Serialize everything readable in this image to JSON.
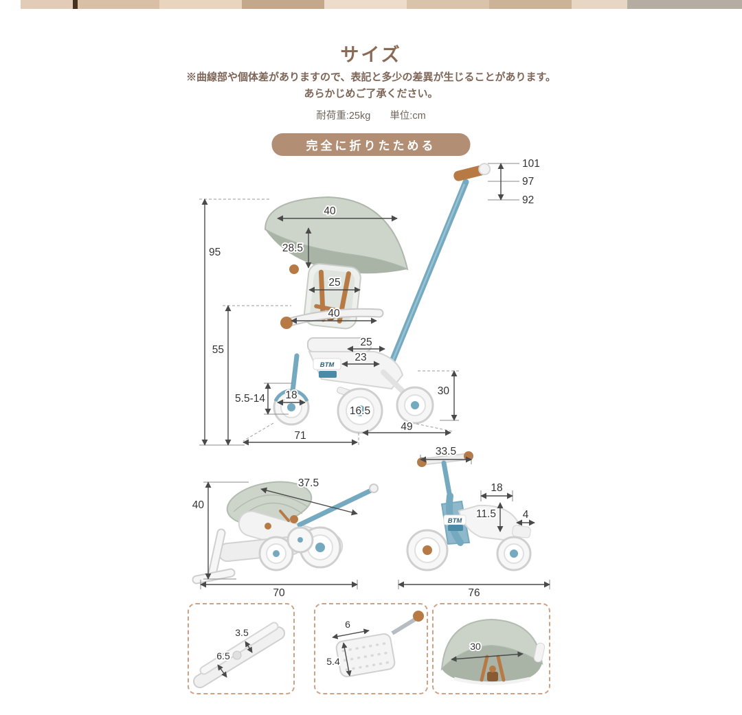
{
  "top_strip": {
    "segments": [
      {
        "w": 30,
        "c": "#ffffff"
      },
      {
        "w": 76,
        "c": "#e2ccb7"
      },
      {
        "w": 7,
        "c": "#46301f"
      },
      {
        "w": 119,
        "c": "#d8bfa6"
      },
      {
        "w": 120,
        "c": "#e9d4be"
      },
      {
        "w": 120,
        "c": "#c3a88c"
      },
      {
        "w": 120,
        "c": "#ecdcc9"
      },
      {
        "w": 120,
        "c": "#d9c3ab"
      },
      {
        "w": 120,
        "c": "#ccb297"
      },
      {
        "w": 81,
        "c": "#e7d6c3"
      },
      {
        "w": 167,
        "c": "#b5aca2"
      }
    ]
  },
  "header": {
    "title": "サイズ",
    "note_line1": "※曲線部や個体差がありますので、表記と多少の差異が生じることがあります。",
    "note_line2": "あらかじめご了承ください。",
    "load_label": "耐荷重:25kg",
    "unit_label": "単位:cm",
    "badge": "完全に折りたためる"
  },
  "colors": {
    "accent_brown": "#8a6a55",
    "badge_bg": "#b28e74",
    "trike_blue": "#74a9c0",
    "canopy_gray": "#cdd4ca",
    "strap_brown": "#b77a45"
  },
  "main": {
    "logo": "BTM",
    "push_heights": [
      "101",
      "97",
      "92"
    ],
    "overall_height": "95",
    "canopy_width": "40",
    "canopy_height": "28.5",
    "backrest_width": "25",
    "guard_width": "40",
    "seat_height": "55",
    "seat_width": "25",
    "seat_depth": "23",
    "saddle_adjust": "5.5-14",
    "front_hub": "18",
    "wheel_size": "16.5",
    "rear_height": "30",
    "length_front": "71",
    "length_rear": "49"
  },
  "folded": {
    "height": "40",
    "depth": "37.5",
    "width": "70"
  },
  "bike": {
    "logo": "BTM",
    "handlebar_width": "33.5",
    "seat_length": "18",
    "seat_height": "11.5",
    "rear_width": "4",
    "length": "76"
  },
  "details": {
    "clamp": {
      "thickness": "3.5",
      "width": "6.5"
    },
    "pedal": {
      "width": "6",
      "length": "5.4"
    },
    "canopy": {
      "width": "30"
    }
  }
}
